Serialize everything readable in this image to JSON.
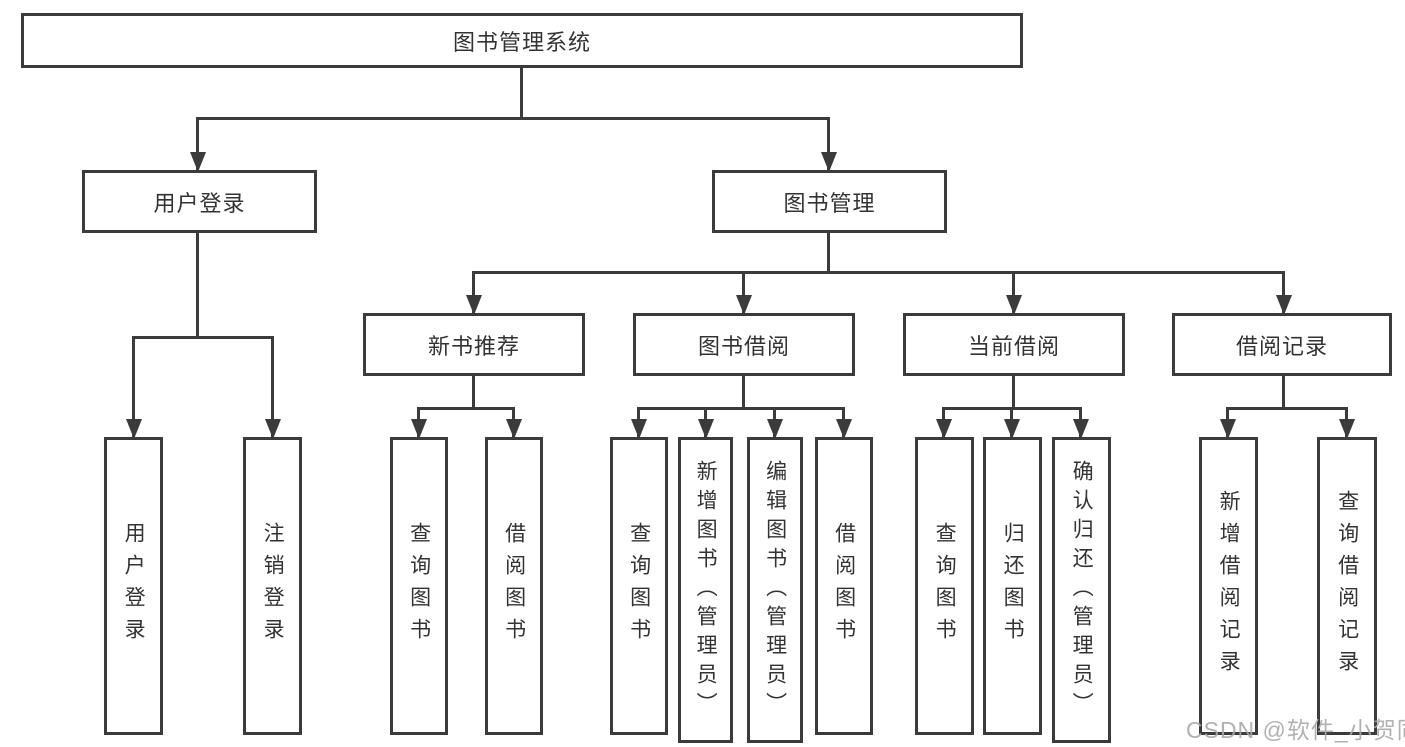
{
  "nodes": {
    "root": "图书管理系统",
    "user_login": "用户登录",
    "book_management": "图书管理",
    "new_book_recommend": "新书推荐",
    "book_borrowing": "图书借阅",
    "current_borrowing": "当前借阅",
    "borrowing_records": "借阅记录",
    "user_login_leaf": "用户登录",
    "logout_leaf": "注销登录",
    "nb_query_books": "查询图书",
    "nb_borrow_books": "借阅图书",
    "bb_query_books": "查询图书",
    "bb_add_books_admin": "新增图书（管理员）",
    "bb_edit_books_admin": "编辑图书（管理员）",
    "bb_borrow_books": "借阅图书",
    "cb_query_books": "查询图书",
    "cb_return_books": "归还图书",
    "cb_confirm_return_admin": "确认归还（管理员）",
    "br_add_record": "新增借阅记录",
    "br_query_record": "查询借阅记录"
  },
  "watermark": {
    "text": "CSDN @软件_小贺同学"
  },
  "colors": {
    "line": "#3b3b3b",
    "box_border": "#3b3b3b",
    "text": "#333333",
    "watermark": "#a8a9ab",
    "background": "#ffffff"
  }
}
